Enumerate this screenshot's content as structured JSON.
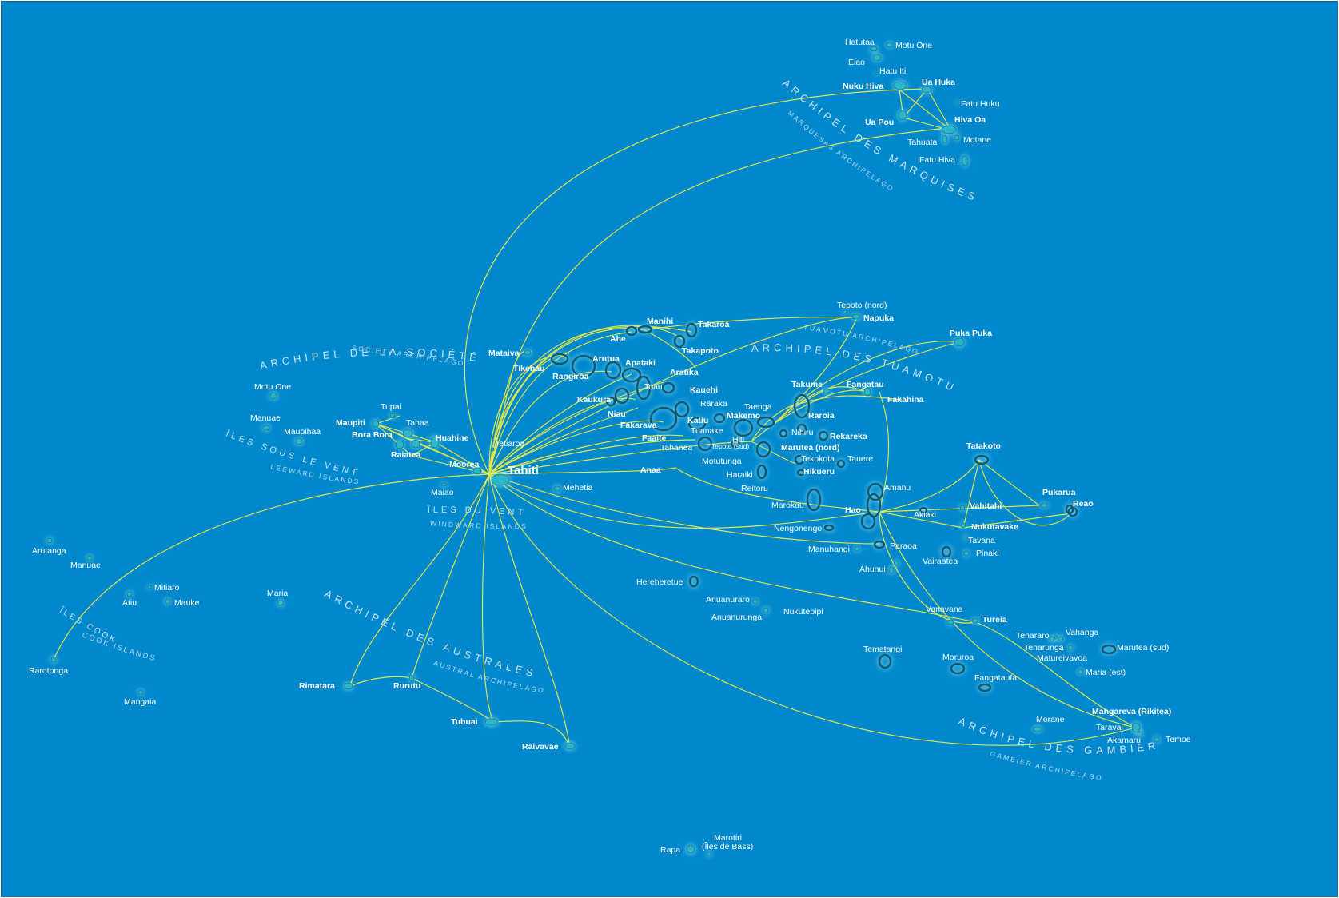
{
  "colors": {
    "ocean": "#0088cc",
    "route": "#e2e84a",
    "island": "#2ab6c9",
    "label": "#ffffff"
  },
  "hub": "Tahiti",
  "archipelagos": {
    "marquises": {
      "fr": "ARCHIPEL DES MARQUISES",
      "en": "MARQUESAS ARCHIPELAGO"
    },
    "societe": {
      "fr": "ARCHIPEL DE LA SOCIÉTÉ",
      "en": "SOCIETY ARCHIPELAGO"
    },
    "sous_le_vent": {
      "fr": "ÎLES SOUS LE VENT",
      "en": "LEEWARD ISLANDS"
    },
    "du_vent": {
      "fr": "ÎLES DU VENT",
      "en": "WINDWARD ISLANDS"
    },
    "tuamotu": {
      "fr": "ARCHIPEL DES TUAMOTU",
      "en": "TUAMOTU ARCHIPELAGO"
    },
    "australes": {
      "fr": "ARCHIPEL DES AUSTRALES",
      "en": "AUSTRAL ARCHIPELAGO"
    },
    "gambier": {
      "fr": "ARCHIPEL DES GAMBIER",
      "en": "GAMBIER ARCHIPELAGO"
    },
    "cook": {
      "fr": "ÎLES COOK",
      "en": "COOK ISLANDS"
    }
  },
  "labels": {
    "hatutaa": "Hatutaa",
    "motu_one_n": "Motu One",
    "eiao": "Eiao",
    "hatu_iti": "Hatu Iti",
    "nuku_hiva": "Nuku Hiva",
    "ua_huka": "Ua Huka",
    "fatu_huku": "Fatu Huku",
    "ua_pou": "Ua Pou",
    "hiva_oa": "Hiva Oa",
    "tahuata": "Tahuata",
    "motane": "Motane",
    "fatu_hiva": "Fatu Hiva",
    "tepoto_nord": "Tepoto (nord)",
    "napuka": "Napuka",
    "puka_puka": "Puka Puka",
    "manihi": "Manihi",
    "takaroa": "Takaroa",
    "ahe": "Ahe",
    "takapoto": "Takapoto",
    "mataiva": "Mataiva",
    "tikehau": "Tikehau",
    "rangiroa": "Rangiroa",
    "arutua": "Arutua",
    "apataki": "Apataki",
    "aratika": "Aratika",
    "toau": "Toau",
    "kauehi": "Kauehi",
    "kaukura": "Kaukura",
    "niau": "Niau",
    "raraka": "Raraka",
    "taenga": "Taenga",
    "takume": "Takume",
    "fangatau": "Fangatau",
    "fakahina": "Fakahina",
    "fakarava": "Fakarava",
    "katiu": "Katiu",
    "makemo": "Makemo",
    "raroia": "Raroia",
    "tuanake": "Tuanake",
    "nihiru": "Nihiru",
    "rekareka": "Rekareka",
    "faaite": "Faaite",
    "tahanea": "Tahanea",
    "hiti": "Hiti",
    "tepoto_sud": "Tepoto (sud)",
    "marutea_nord": "Marutea (nord)",
    "motutunga": "Motutunga",
    "tekokota": "Tekokota",
    "tauere": "Tauere",
    "haraiki": "Haraiki",
    "hikueru": "Hikueru",
    "anaa": "Anaa",
    "reitoru": "Reitoru",
    "amanu": "Amanu",
    "marokau": "Marokau",
    "hao": "Hao",
    "tatakoto": "Tatakoto",
    "vahitahi": "Vahitahi",
    "pukarua": "Pukarua",
    "reao": "Reao",
    "akiaki": "Akiaki",
    "nukutavake": "Nukutavake",
    "nengonengo": "Nengonengo",
    "tavana": "Tavana",
    "pinaki": "Pinaki",
    "manuhangi": "Manuhangi",
    "paraoa": "Paraoa",
    "vairaatea": "Vairaatea",
    "ahunui": "Ahunui",
    "hereheretue": "Hereheretue",
    "anuanuraro": "Anuanuraro",
    "nukutepipi": "Nukutepipi",
    "anuanurunga": "Anuanurunga",
    "vanavana": "Vanavana",
    "tureia": "Tureia",
    "tenararo": "Tenararo",
    "vahanga": "Vahanga",
    "tenarunga": "Tenarunga",
    "matureivavoa": "Matureivavoa",
    "marutea_sud": "Marutea (sud)",
    "tematangi": "Tematangi",
    "moruroa": "Moruroa",
    "fangataufa": "Fangataufa",
    "maria_est": "Maria (est)",
    "mangareva": "Mangareva (Rikitea)",
    "morane": "Morane",
    "taravai": "Taravai",
    "akamaru": "Akamaru",
    "temoe": "Temoe",
    "motu_one_w": "Motu One",
    "manuae_s": "Manuae",
    "maupihaa": "Maupihaa",
    "tupai": "Tupai",
    "maupiti": "Maupiti",
    "tahaa": "Tahaa",
    "bora_bora": "Bora Bora",
    "huahine": "Huahine",
    "raiatea": "Raiatea",
    "tetiaroa": "Tetiaroa",
    "moorea": "Moorea",
    "tahiti": "Tahiti",
    "maiao": "Maiao",
    "mehetia": "Mehetia",
    "arutanga": "Arutanga",
    "manuae_c": "Manuae",
    "mitiaro": "Mitiaro",
    "atiu": "Atiu",
    "mauke": "Mauke",
    "rarotonga": "Rarotonga",
    "mangaia": "Mangaia",
    "maria_a": "Maria",
    "rimatara": "Rimatara",
    "rurutu": "Rurutu",
    "tubuai": "Tubuai",
    "raivavae": "Raivavae",
    "rapa": "Rapa",
    "marotiri": "Marotiri",
    "iles_de_bass": "(Îles de Bass)"
  }
}
